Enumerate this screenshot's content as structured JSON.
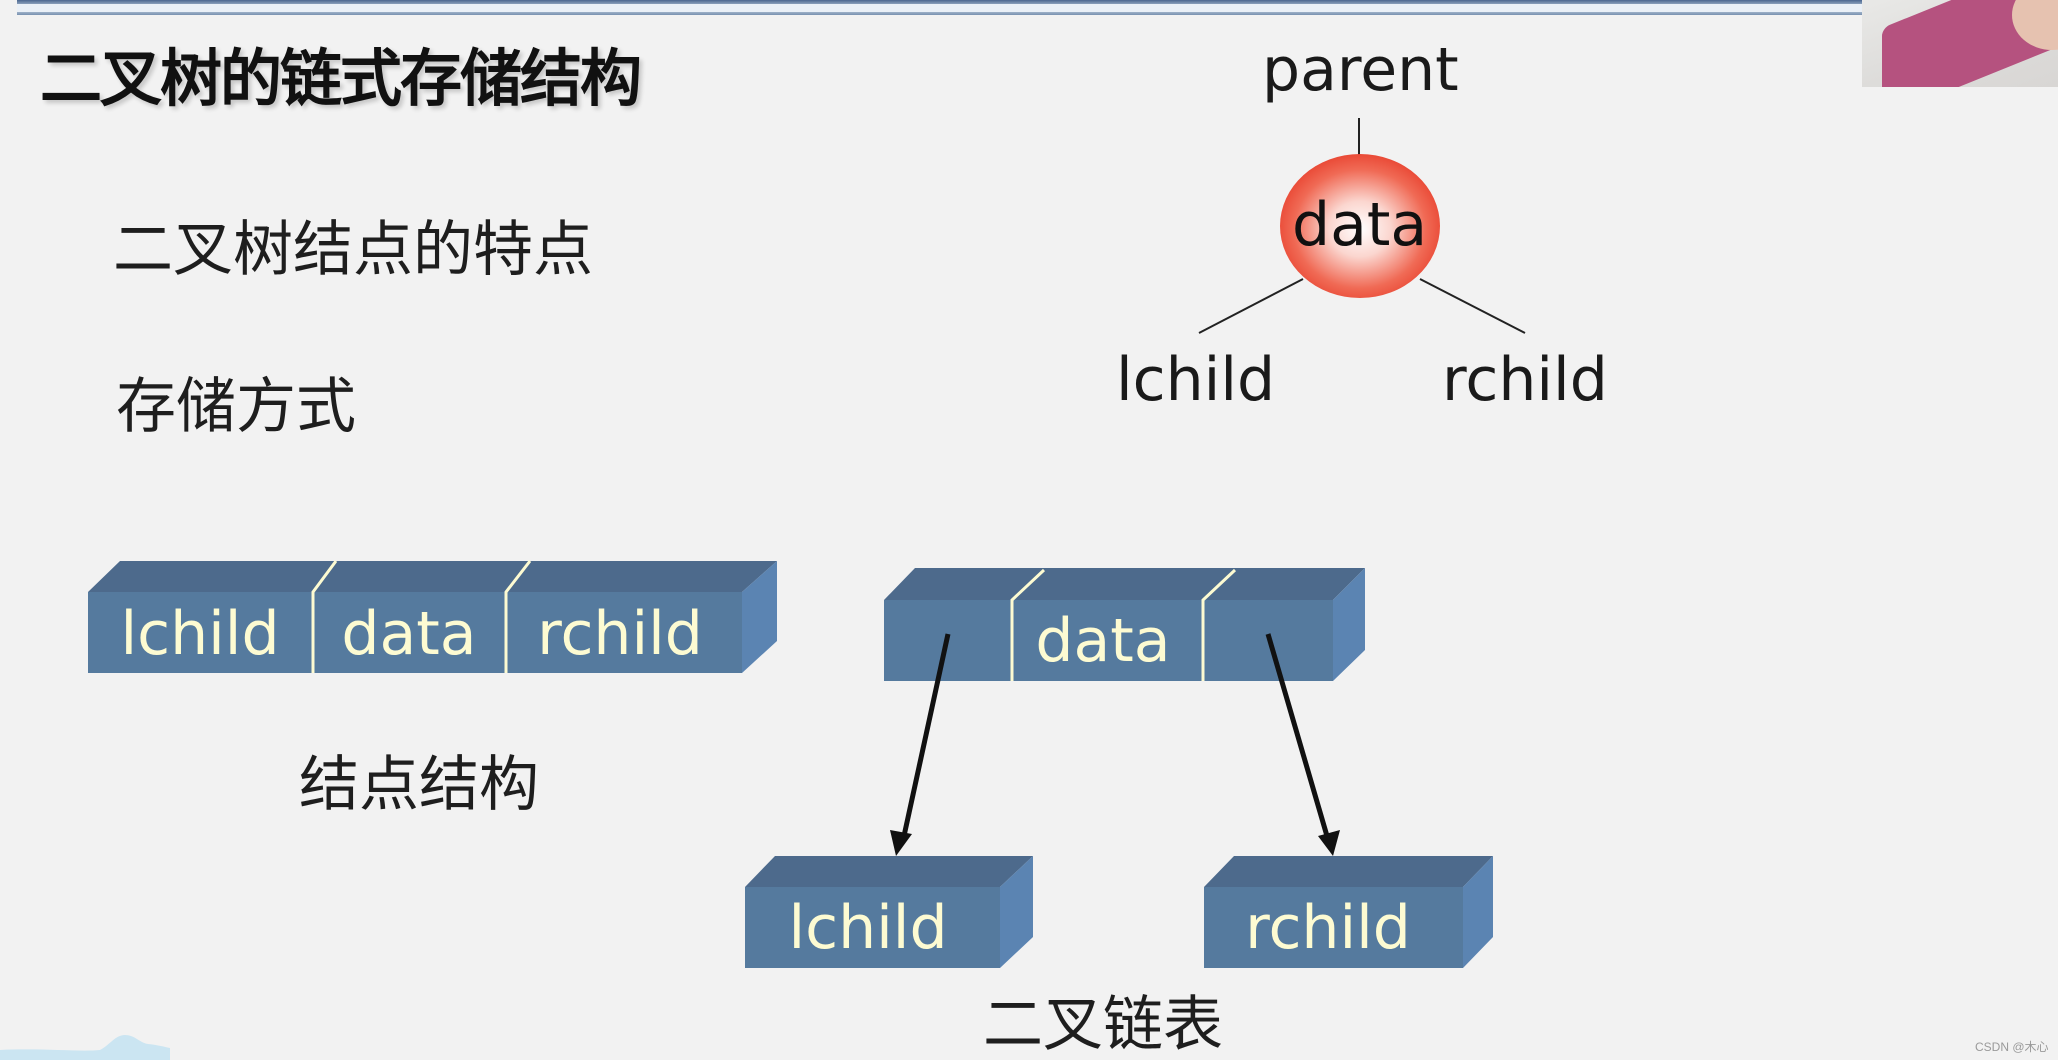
{
  "slide": {
    "title": "二叉树的链式存储结构",
    "bullets": [
      {
        "label": "二叉树结点的特点"
      },
      {
        "label": "存储方式"
      }
    ]
  },
  "tree_diagram": {
    "parent_label": "parent",
    "node_label": "data",
    "left_label": "lchild",
    "right_label": "rchild",
    "node_color": "#e8412e"
  },
  "node_structure": {
    "fields": [
      "lchild",
      "data",
      "rchild"
    ],
    "caption": "结点结构",
    "box_colors": {
      "front": "#557a9e",
      "top": "#4d6a8c",
      "side": "#5b84b2",
      "text": "#fdfbd2"
    }
  },
  "binary_linked_list": {
    "root_fields": [
      "",
      "data",
      ""
    ],
    "left_child": "lchild",
    "right_child": "rchild",
    "caption": "二叉链表"
  },
  "watermark": "CSDN @木心"
}
